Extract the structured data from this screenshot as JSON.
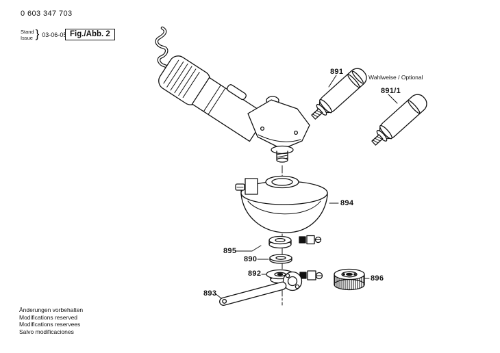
{
  "page": {
    "background": "#ffffff",
    "ink": "#111111"
  },
  "header": {
    "part_number": "0 603 347 703",
    "stand_label": "Stand",
    "issue_label": "Issue",
    "brace": "}",
    "date": "03-06-05",
    "fig_label": "Fig./Abb. 2"
  },
  "diagram": {
    "optional_label": "Wahlweise / Optional",
    "labels": {
      "handle": "891",
      "handle_optional": "891/1",
      "guard": "894",
      "flange_set": "895",
      "backing_flange": "890",
      "clamping_flange": "892",
      "round_nut": "896",
      "spanner": "893"
    }
  },
  "footer": {
    "line1": "Änderungen vorbehalten",
    "line2": "Modifications reserved",
    "line3": "Modifications reservees",
    "line4": "Salvo modificaciones"
  }
}
